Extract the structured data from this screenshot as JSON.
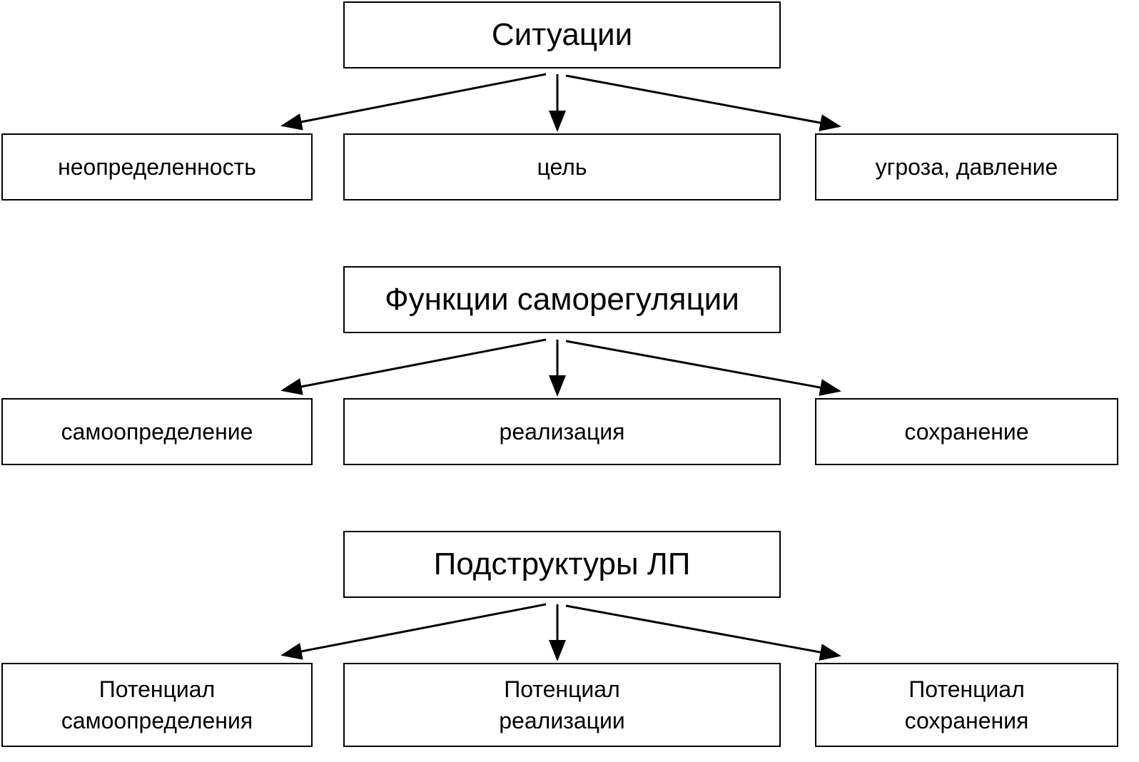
{
  "groups": [
    {
      "title": "Ситуации",
      "items": [
        [
          "неопределенность"
        ],
        [
          "цель"
        ],
        [
          "угроза, давление"
        ]
      ]
    },
    {
      "title": "Функции саморегуляции",
      "items": [
        [
          "самоопределение"
        ],
        [
          "реализация"
        ],
        [
          "сохранение"
        ]
      ]
    },
    {
      "title": "Подструктуры ЛП",
      "items": [
        [
          "Потенциал",
          "самоопределения"
        ],
        [
          "Потенциал",
          "реализации"
        ],
        [
          "Потенциал",
          "сохранения"
        ]
      ]
    }
  ]
}
